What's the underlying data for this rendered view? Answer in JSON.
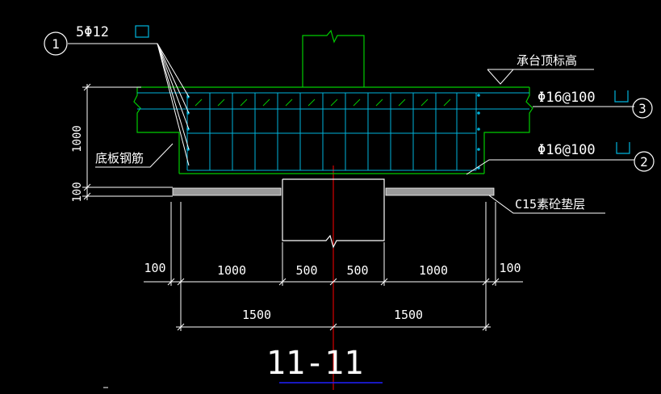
{
  "drawing": {
    "title": "11-11",
    "label_top_bars": "5Φ12",
    "label_cap_level": "承台顶标高",
    "label_bar3": "Φ16@100",
    "label_bar2": "Φ16@100",
    "label_bottom_rebar": "底板钢筋",
    "label_cushion": "C15素砼垫层",
    "callouts": [
      "1",
      "2",
      "3"
    ],
    "left_dims": [
      "1000",
      "100"
    ],
    "dims_row1": [
      "100",
      "1000",
      "500",
      "500",
      "1000",
      "100"
    ],
    "dims_row2": [
      "1500",
      "1500"
    ]
  },
  "colors": {
    "background": "#000000",
    "green_lines": "#00cc00",
    "annotation_text": "#ffffff",
    "rebar_cyan": "#00b4dc",
    "axis_red": "#ff0000",
    "title_underline": "#2020ff"
  }
}
